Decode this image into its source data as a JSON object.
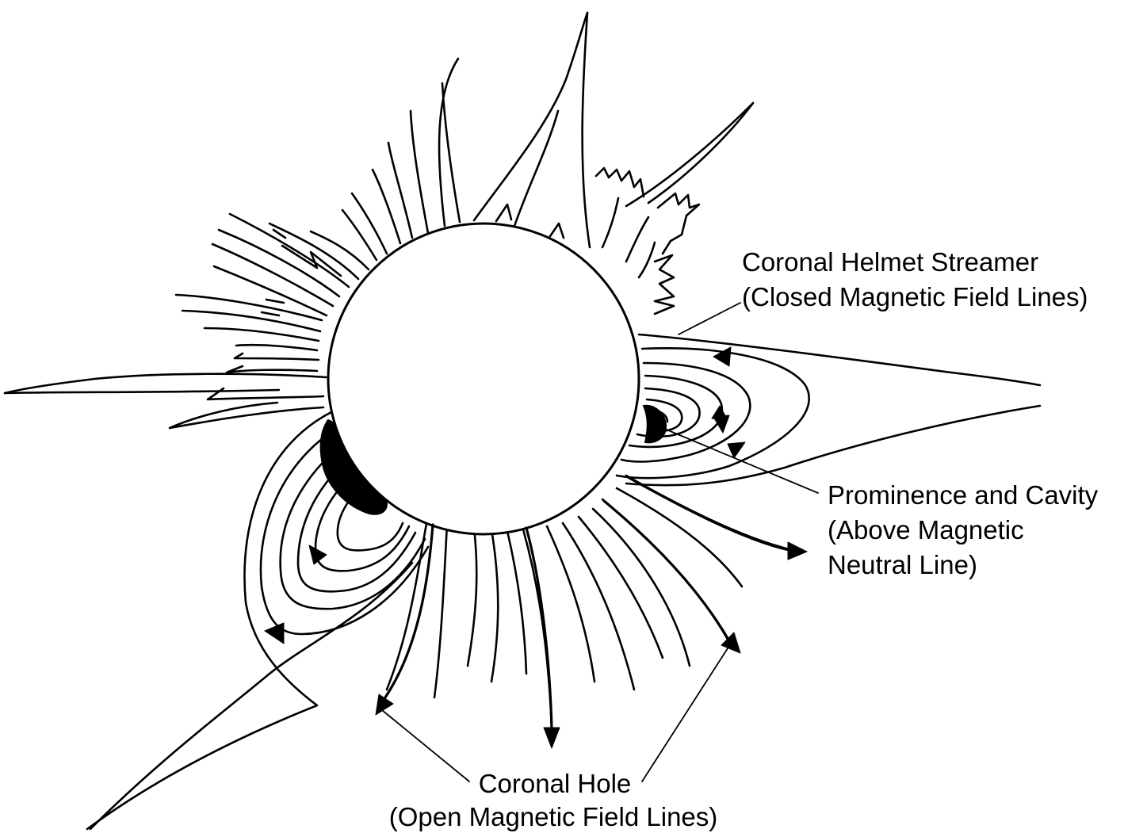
{
  "labels": {
    "helmet_line1": "Coronal Helmet Streamer",
    "helmet_line2": "(Closed Magnetic Field Lines)",
    "prominence_line1": "Prominence and Cavity",
    "prominence_line2": "(Above Magnetic",
    "prominence_line3": "Neutral Line)",
    "hole_line1": "Coronal Hole",
    "hole_line2": "(Open Magnetic Field Lines)"
  }
}
